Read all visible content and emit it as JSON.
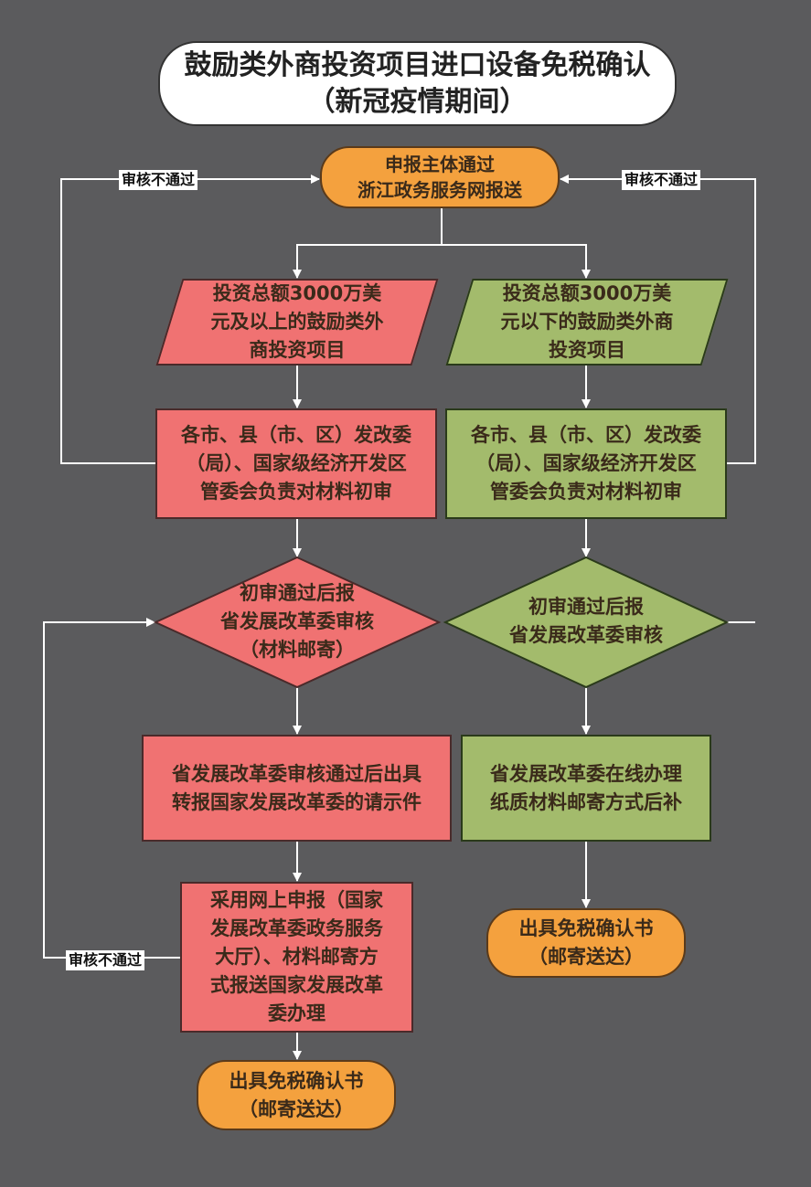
{
  "title": {
    "line1": "鼓励类外商投资项目进口设备免税确认",
    "line2": "（新冠疫情期间）"
  },
  "start": "申报主体通过\n浙江政务服务网报送",
  "reject_label": "审核不通过",
  "left": {
    "category": "投资总额3000万美\n元及以上的鼓励类外\n商投资项目",
    "initial_review": "各市、县（市、区）发改委\n（局）、国家级经济开发区\n管委会负责对材料初审",
    "decision": "初审通过后报\n省发展改革委审核\n（材料邮寄）",
    "provincial": "省发展改革委审核通过后出具\n转报国家发展改革委的请示件",
    "national": "采用网上申报（国家\n发展改革委政务服务\n大厅）、材料邮寄方\n式报送国家发展改革\n委办理",
    "end": "出具免税确认书\n（邮寄送达）"
  },
  "right": {
    "category": "投资总额3000万美\n元以下的鼓励类外商\n投资项目",
    "initial_review": "各市、县（市、区）发改委\n（局）、国家级经济开发区\n管委会负责对材料初审",
    "decision": "初审通过后报\n省发展改革委审核",
    "provincial": "省发展改革委在线办理\n纸质材料邮寄方式后补",
    "end": "出具免税确认书\n（邮寄送达）"
  },
  "colors": {
    "background": "#5b5b5d",
    "red": "#f07272",
    "green": "#a3bb6c",
    "orange": "#f4a13e"
  }
}
